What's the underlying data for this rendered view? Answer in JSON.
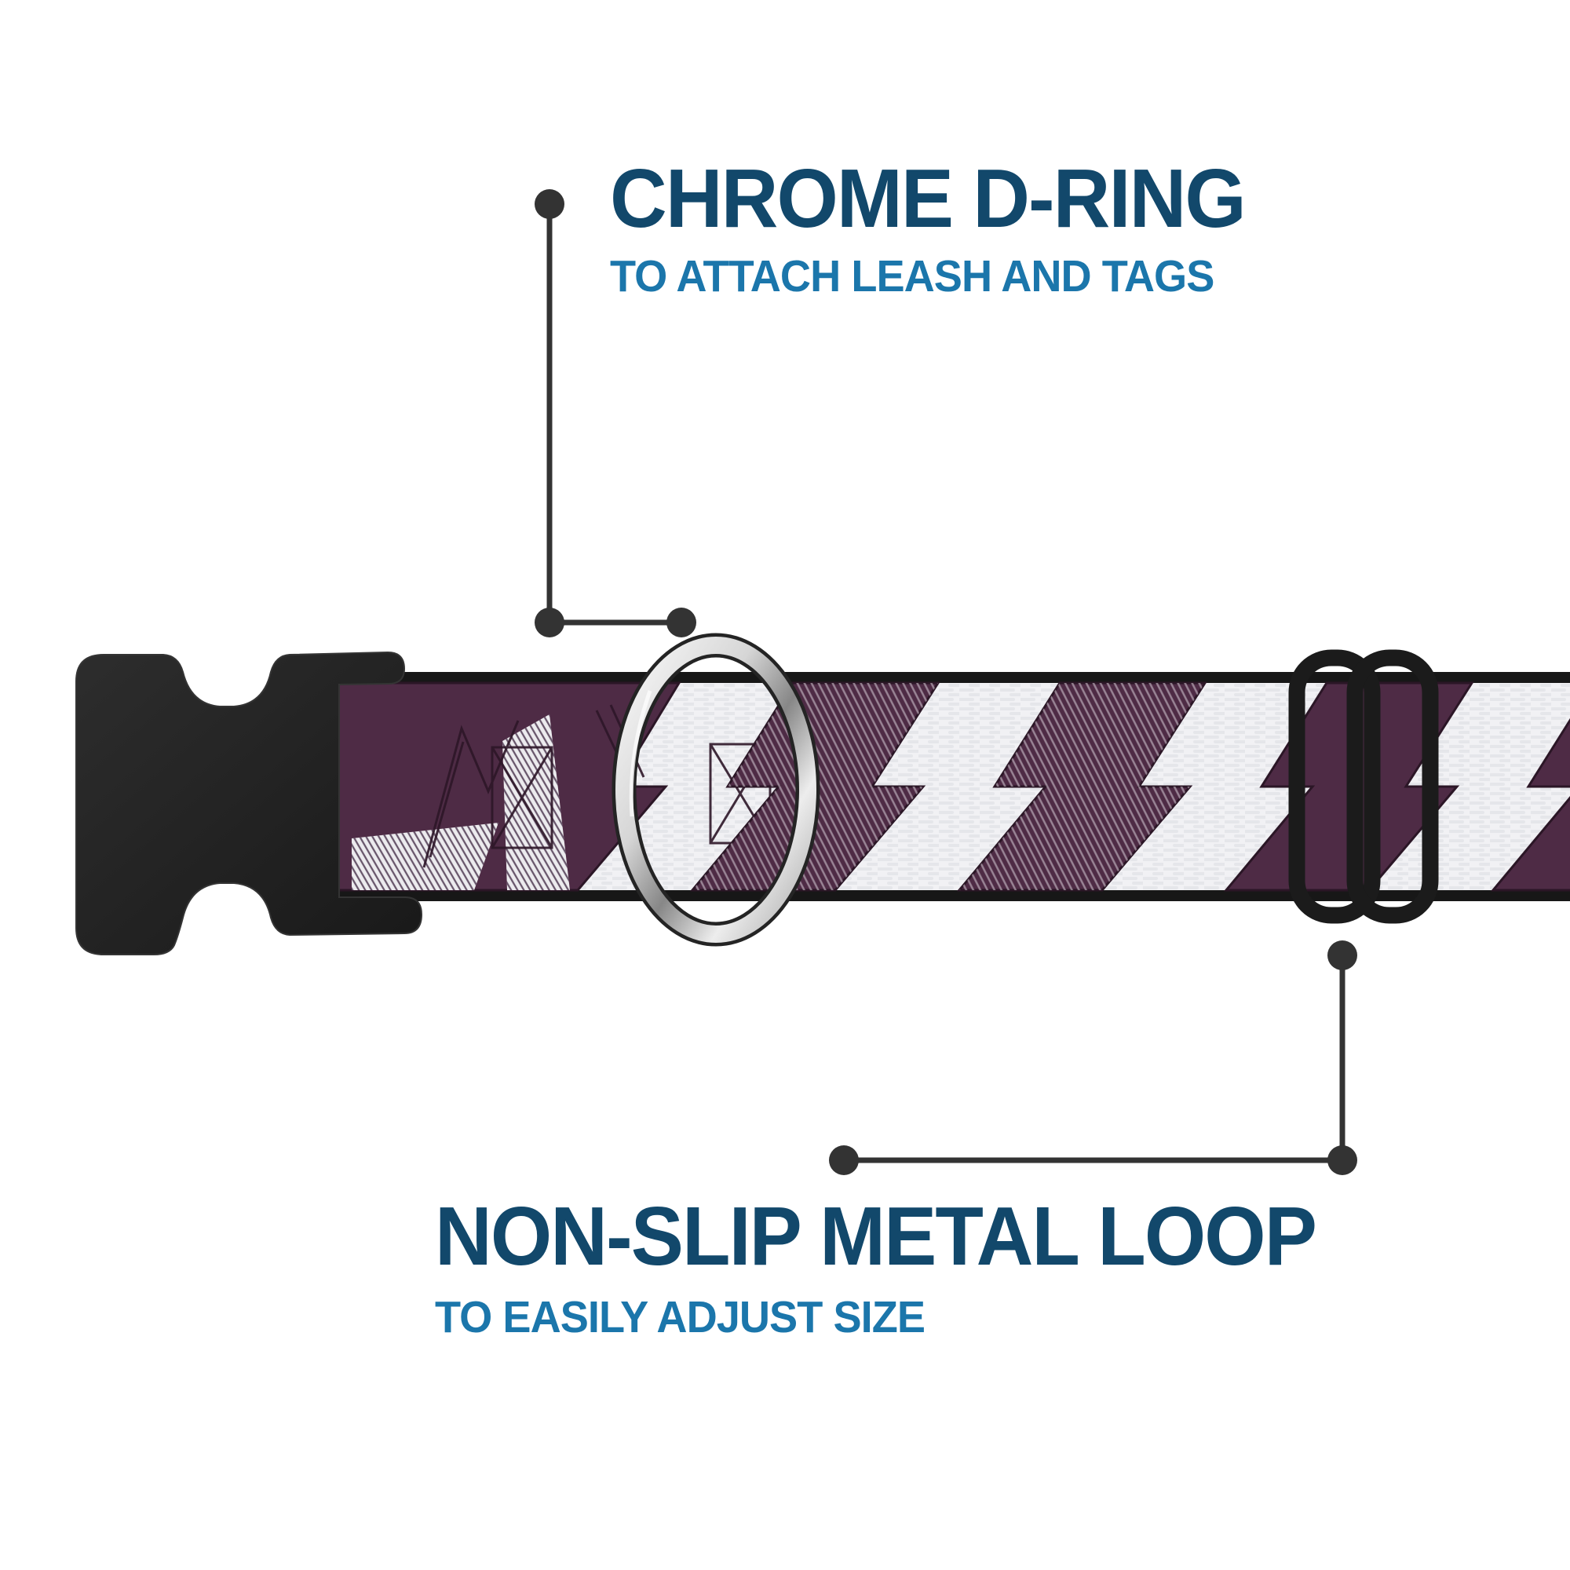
{
  "callouts": {
    "top": {
      "title": "CHROME D-RING",
      "subtitle": "TO ATTACH LEASH AND TAGS"
    },
    "bottom": {
      "title": "NON-SLIP METAL LOOP",
      "subtitle": "TO EASILY ADJUST SIZE"
    }
  },
  "colors": {
    "page_bg": "#ffffff",
    "title": "#12486b",
    "subtitle": "#1b76ab",
    "connector": "#333333",
    "strap_purple": "#4e2b45",
    "strap_white": "#f1f1f4",
    "strap_edge": "#171717",
    "hardware_black": "#232323",
    "chrome_light": "#f4f4f4",
    "chrome_dark": "#8a8a8a"
  },
  "product": {
    "pattern": "sketch lightning bolts",
    "parts": [
      {
        "name": "side-release-buckle"
      },
      {
        "name": "patterned-webbing-strap"
      },
      {
        "name": "chrome-d-ring"
      },
      {
        "name": "non-slip-metal-loop"
      }
    ]
  }
}
